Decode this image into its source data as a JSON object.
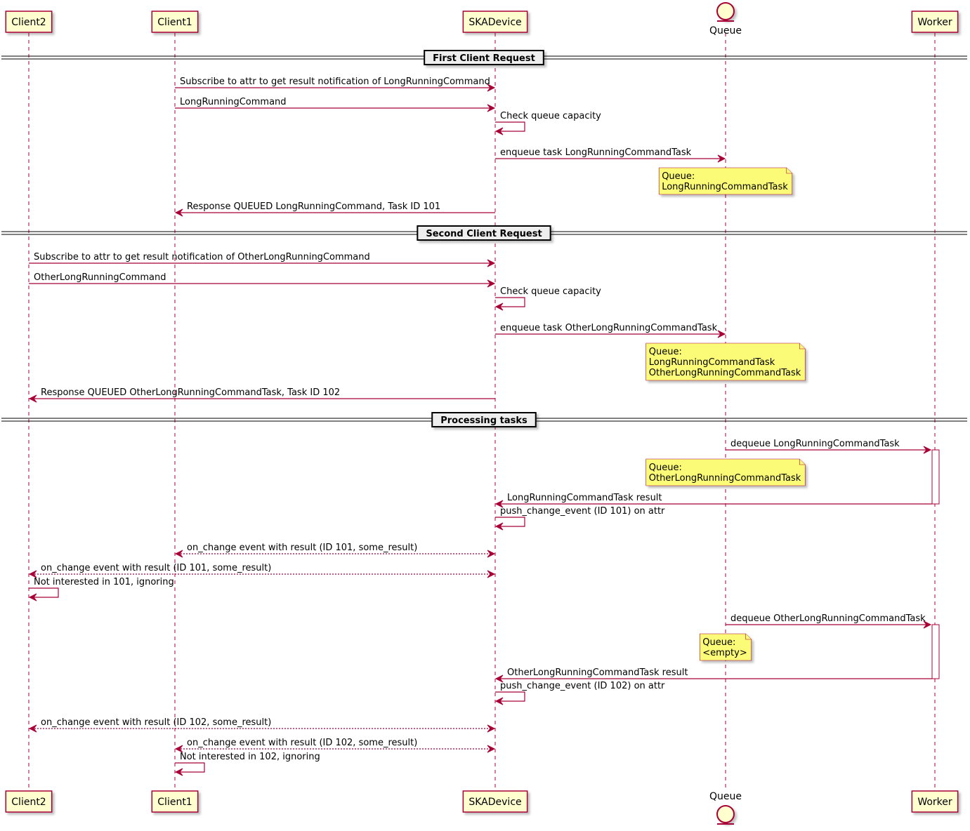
{
  "colors": {
    "participant_fill": "#FEFECE",
    "participant_border": "#A80036",
    "arrow": "#A80036",
    "note_fill": "#FBFB77",
    "divider_box_fill": "#EEEEEE"
  },
  "participants": [
    {
      "id": "client2",
      "label": "Client2",
      "shape": "box"
    },
    {
      "id": "client1",
      "label": "Client1",
      "shape": "box"
    },
    {
      "id": "skadevice",
      "label": "SKADevice",
      "shape": "box"
    },
    {
      "id": "queue",
      "label": "Queue",
      "shape": "entity-icon"
    },
    {
      "id": "worker",
      "label": "Worker",
      "shape": "box"
    }
  ],
  "dividers": [
    {
      "label": "First Client Request"
    },
    {
      "label": "Second Client Request"
    },
    {
      "label": "Processing tasks"
    }
  ],
  "messages": [
    {
      "from": "client1",
      "to": "skadevice",
      "label": "Subscribe to attr to get result notification of LongRunningCommand",
      "style": "solid"
    },
    {
      "from": "client1",
      "to": "skadevice",
      "label": "LongRunningCommand",
      "style": "solid"
    },
    {
      "from": "skadevice",
      "to": "skadevice",
      "label": "Check queue capacity",
      "style": "solid"
    },
    {
      "from": "skadevice",
      "to": "queue",
      "label": "enqueue task LongRunningCommandTask",
      "style": "solid"
    },
    {
      "from": "skadevice",
      "to": "client1",
      "label": "Response QUEUED LongRunningCommand, Task ID 101",
      "style": "solid"
    },
    {
      "from": "client2",
      "to": "skadevice",
      "label": "Subscribe to attr to get result notification of OtherLongRunningCommand",
      "style": "solid"
    },
    {
      "from": "client2",
      "to": "skadevice",
      "label": "OtherLongRunningCommand",
      "style": "solid"
    },
    {
      "from": "skadevice",
      "to": "skadevice",
      "label": "Check queue capacity",
      "style": "solid"
    },
    {
      "from": "skadevice",
      "to": "queue",
      "label": "enqueue task OtherLongRunningCommandTask",
      "style": "solid"
    },
    {
      "from": "skadevice",
      "to": "client2",
      "label": "Response QUEUED OtherLongRunningCommandTask, Task ID 102",
      "style": "solid"
    },
    {
      "from": "queue",
      "to": "worker",
      "label": "dequeue LongRunningCommandTask",
      "style": "solid"
    },
    {
      "from": "worker",
      "to": "skadevice",
      "label": "LongRunningCommandTask result",
      "style": "solid"
    },
    {
      "from": "skadevice",
      "to": "skadevice",
      "label": "push_change_event (ID 101) on attr",
      "style": "solid"
    },
    {
      "from": "skadevice",
      "to": "client1",
      "label": "on_change event with result (ID 101, some_result)",
      "style": "dashed-both"
    },
    {
      "from": "skadevice",
      "to": "client2",
      "label": "on_change event with result (ID 101, some_result)",
      "style": "dashed-both"
    },
    {
      "from": "client2",
      "to": "client2",
      "label": "Not interested in 101, ignoring",
      "style": "solid"
    },
    {
      "from": "queue",
      "to": "worker",
      "label": "dequeue OtherLongRunningCommandTask",
      "style": "solid"
    },
    {
      "from": "worker",
      "to": "skadevice",
      "label": "OtherLongRunningCommandTask result",
      "style": "solid"
    },
    {
      "from": "skadevice",
      "to": "skadevice",
      "label": "push_change_event (ID 102) on attr",
      "style": "solid"
    },
    {
      "from": "skadevice",
      "to": "client2",
      "label": "on_change event with result (ID 102, some_result)",
      "style": "dashed-both"
    },
    {
      "from": "skadevice",
      "to": "client1",
      "label": "on_change event with result (ID 102, some_result)",
      "style": "dashed-both"
    },
    {
      "from": "client1",
      "to": "client1",
      "label": "Not interested in 102, ignoring",
      "style": "solid"
    }
  ],
  "notes": [
    {
      "over": "queue",
      "lines": [
        "Queue:",
        "LongRunningCommandTask"
      ]
    },
    {
      "over": "queue",
      "lines": [
        "Queue:",
        "LongRunningCommandTask",
        "OtherLongRunningCommandTask"
      ]
    },
    {
      "over": "queue",
      "lines": [
        "Queue:",
        "OtherLongRunningCommandTask"
      ]
    },
    {
      "over": "queue",
      "lines": [
        "Queue:",
        "<empty>"
      ]
    }
  ]
}
